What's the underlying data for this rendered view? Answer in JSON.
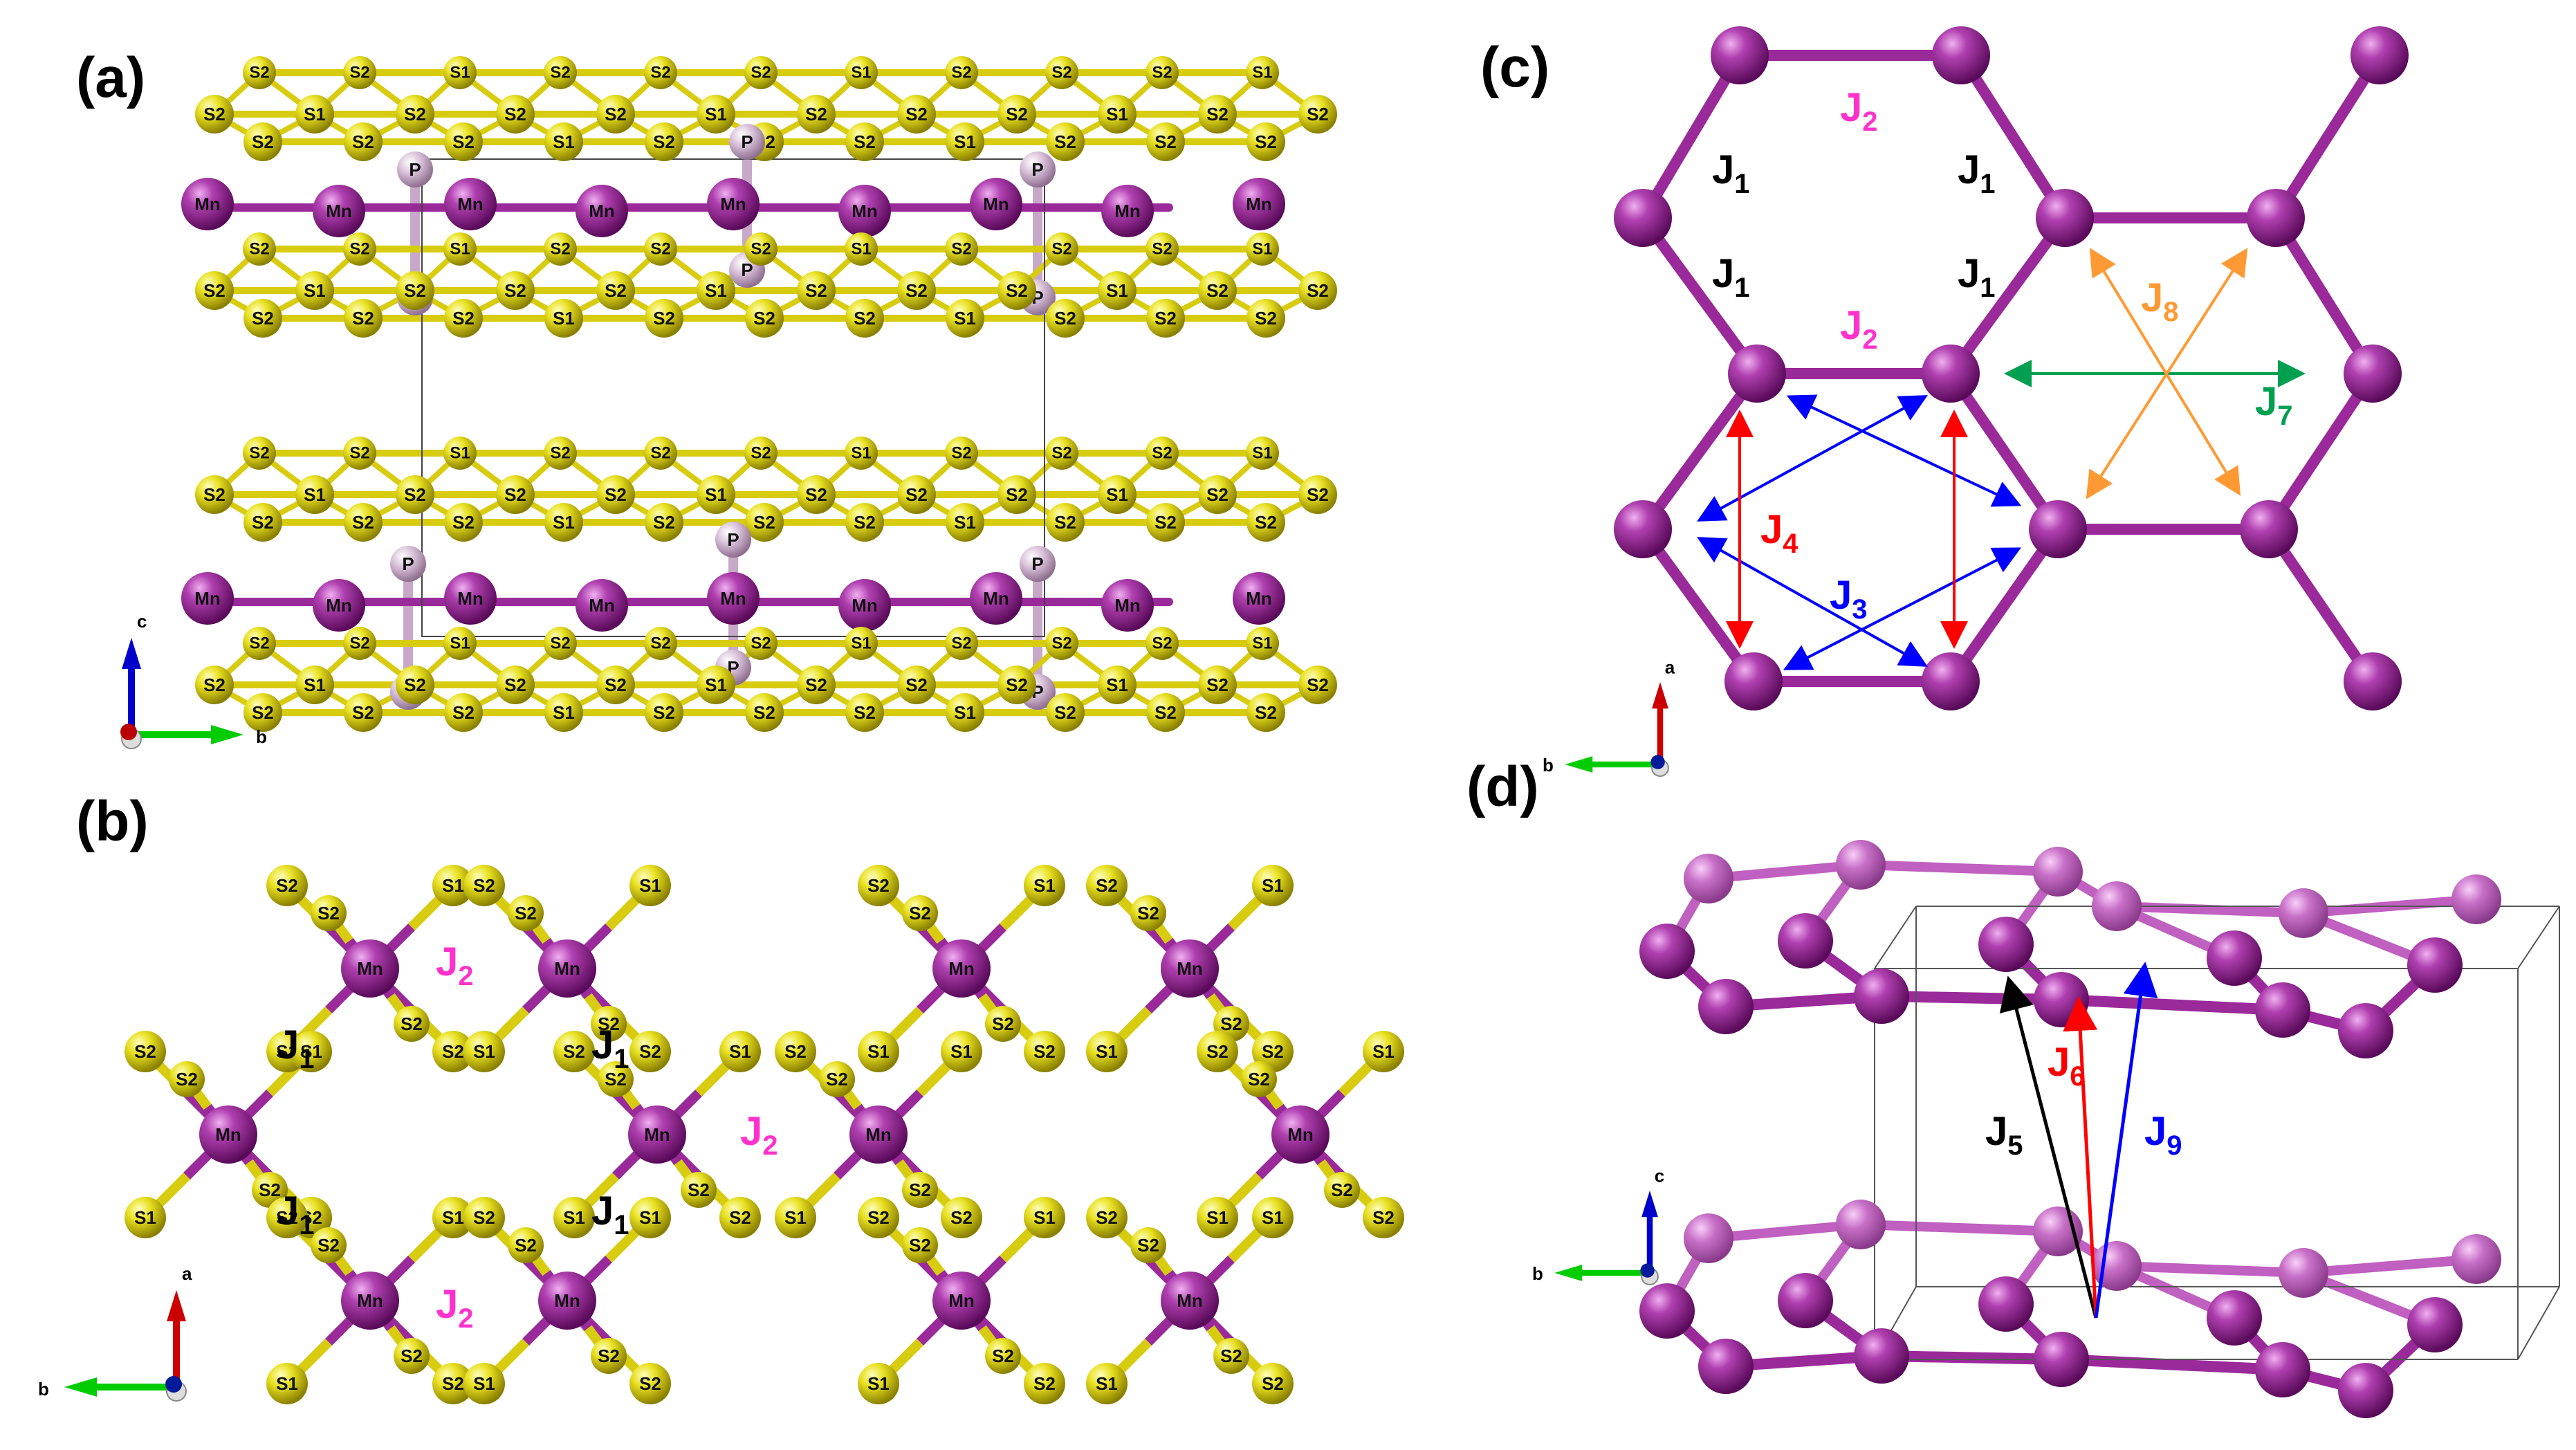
{
  "panels": {
    "a": {
      "label": "(a)"
    },
    "b": {
      "label": "(b)"
    },
    "c": {
      "label": "(c)"
    },
    "d": {
      "label": "(d)"
    }
  },
  "atoms": {
    "mn": "Mn",
    "p": "P",
    "s1": "S1",
    "s2": "S2"
  },
  "axes": {
    "a": "a",
    "b": "b",
    "c": "c"
  },
  "couplings": {
    "J1": {
      "main": "J",
      "sub": "1"
    },
    "J2": {
      "main": "J",
      "sub": "2"
    },
    "J3": {
      "main": "J",
      "sub": "3"
    },
    "J4": {
      "main": "J",
      "sub": "4"
    },
    "J5": {
      "main": "J",
      "sub": "5"
    },
    "J6": {
      "main": "J",
      "sub": "6"
    },
    "J7": {
      "main": "J",
      "sub": "7"
    },
    "J8": {
      "main": "J",
      "sub": "8"
    },
    "J9": {
      "main": "J",
      "sub": "9"
    }
  },
  "colors": {
    "mn": "#8e1c8e",
    "mn_light": "#c060c0",
    "p": "#c8a8c8",
    "s": "#e6dc20",
    "s_bond": "#d8cc10",
    "mn_bond": "#9a2a9a",
    "J1": "#000000",
    "J2": "#ff33cc",
    "J3": "#0000ff",
    "J4": "#ff0000",
    "J5": "#000000",
    "J6": "#ff0000",
    "J7": "#00a050",
    "J8": "#ff9933",
    "J9": "#0000ff",
    "axis_a": "#cc0000",
    "axis_b": "#00cc00",
    "axis_c": "#0000cc"
  }
}
